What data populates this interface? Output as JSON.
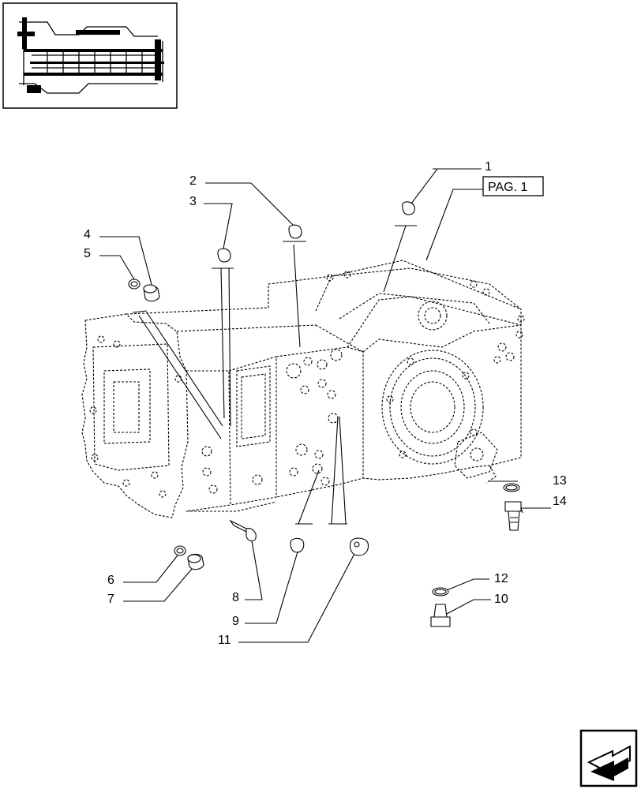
{
  "reference_box": {
    "label": "PAG. 1"
  },
  "callouts": [
    "1",
    "2",
    "3",
    "4",
    "5",
    "6",
    "7",
    "8",
    "9",
    "10",
    "11",
    "12",
    "13",
    "14"
  ],
  "nav": {
    "icon": "next-page-arrow-icon"
  }
}
